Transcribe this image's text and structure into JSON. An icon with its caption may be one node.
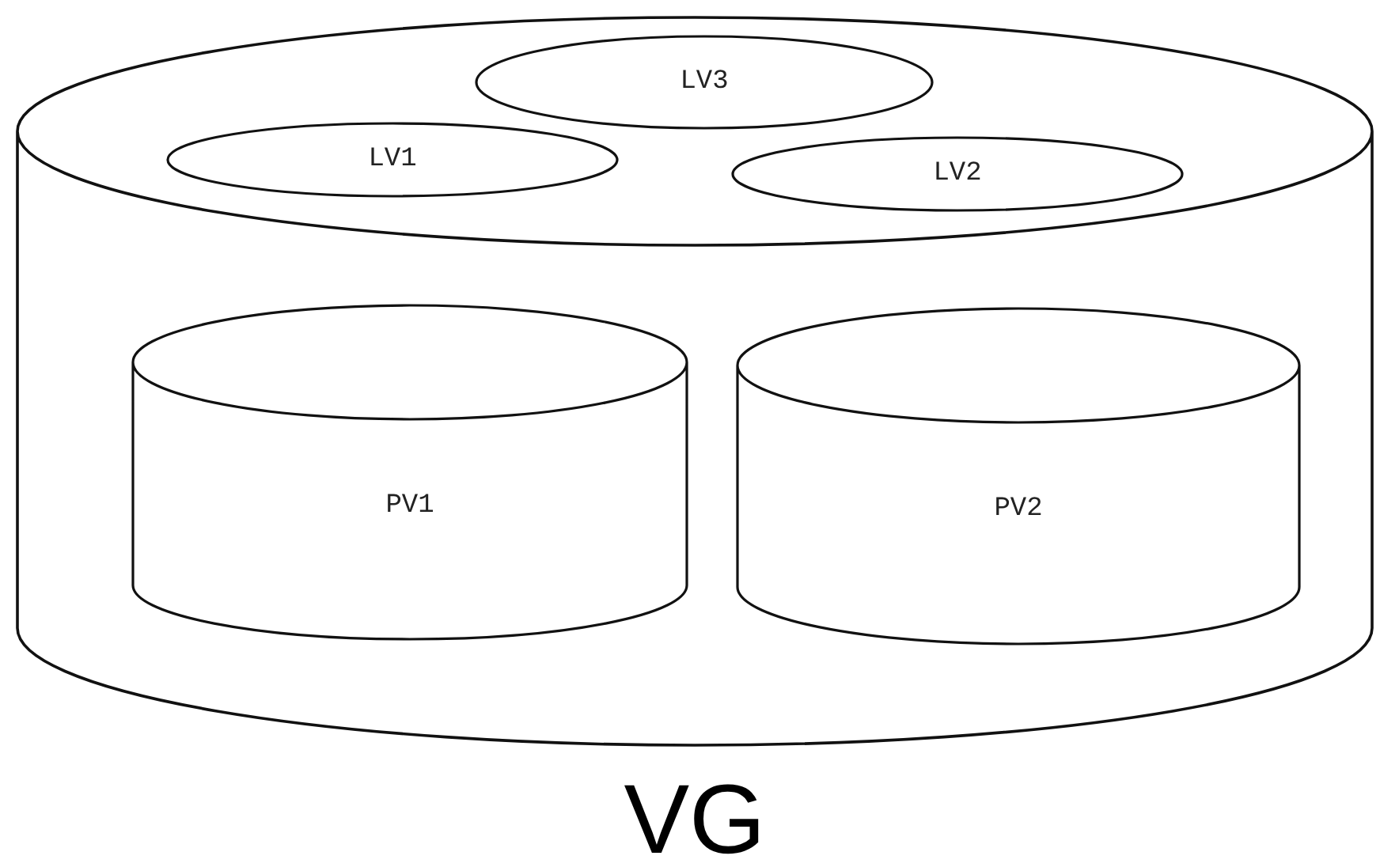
{
  "diagram": {
    "nodes": [
      {
        "text": [
          "VG"
        ]
      },
      {
        "text": [
          "LV3"
        ],
        "in": 0
      },
      {
        "text": [
          "LV1"
        ],
        "in": 0
      },
      {
        "text": [
          "LV2"
        ],
        "in": 0
      },
      {
        "text": [
          "PV1"
        ],
        "in": 0
      },
      {
        "text": [
          "PV2"
        ],
        "in": 0
      }
    ]
  }
}
